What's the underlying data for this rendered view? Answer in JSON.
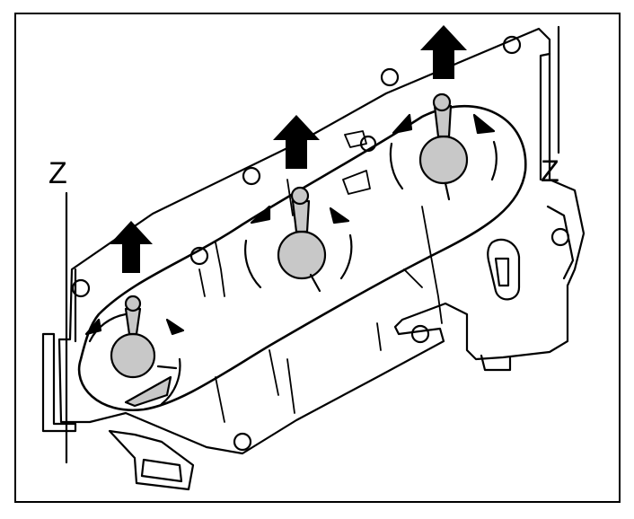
{
  "labels": {
    "z_left": "Z",
    "z_right": "Z"
  },
  "colors": {
    "line": "#000000",
    "knob_fill": "#c8c8c8",
    "paper": "#ffffff"
  },
  "icons": {
    "arrow": "up-arrow-icon",
    "knob": "lever-knob",
    "hole": "mounting-hole"
  },
  "parts": {
    "lever_count": 3,
    "up_arrow_count": 3
  }
}
